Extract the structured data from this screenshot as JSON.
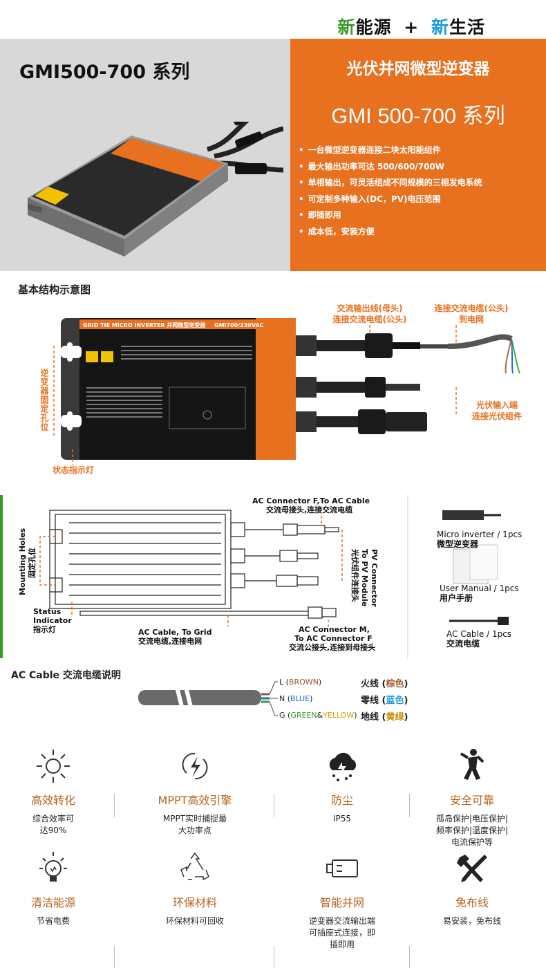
{
  "slogan": {
    "part1_green": "新",
    "part1_rest": "能源",
    "plus": "+",
    "part2_blue": "新",
    "part2_rest": "生活"
  },
  "hero": {
    "title": "GMI500-700 系列",
    "subtitle_cn": "光伏并网微型逆变器",
    "subtitle_model": "GMI 500-700 系列",
    "bullets": [
      "一台微型逆变器连接二块太阳能组件",
      "最大输出功率可达 500/600/700W",
      "单相输出，可灵活组成不同规模的三相发电系统",
      "可定制多种输入(DC，PV)电压范围",
      "即插即用",
      "成本低，安装方便"
    ]
  },
  "structure": {
    "title": "基本结构示意图",
    "label_header": "GRID TIE MICRO INVERTER 并网微型逆变器",
    "label_model": "GMI700/230VAC",
    "callout_ac_out": [
      "交流输出线(母头)",
      "连接交流电缆(公头)"
    ],
    "callout_ac_grid": [
      "连接交流电缆(公头)",
      "到电网"
    ],
    "callout_mount": "逆变器固定孔位",
    "callout_pv": [
      "光伏输入端",
      "连接光伏组件"
    ],
    "callout_status": "状态指示灯"
  },
  "drawing": {
    "ac_connector_top": "AC Connector  F,To AC Cable",
    "ac_connector_top_cn": "交流母接头,连接交流电缆",
    "mounting_holes": "Mounting Holes",
    "mounting_holes_cn": "固定孔位",
    "pv_connector": "PV Connector",
    "pv_connector_2": "To PV Module",
    "pv_connector_cn": "光伏组件连接头",
    "status_1": "Status",
    "status_2": "Indicator",
    "status_cn": "指示灯",
    "ac_cable": "AC Cable, To Grid",
    "ac_cable_cn": "交流电缆,连接电网",
    "ac_conn_m_1": "AC Connector  M,",
    "ac_conn_m_2": "To AC Connector  F",
    "ac_conn_m_cn": "交流公接头,连接到母接头"
  },
  "package": {
    "items": [
      {
        "name": "Micro inverter",
        "qty": "/ 1pcs",
        "cn": "微型逆变器"
      },
      {
        "name": "User Manual",
        "qty": "/ 1pcs",
        "cn": "用户手册"
      },
      {
        "name": "AC Cable",
        "qty": "/ 1pcs",
        "cn": "交流电缆"
      }
    ]
  },
  "cable": {
    "title": "AC Cable 交流电缆说明",
    "l_prefix": "L (",
    "l_color": "BROWN",
    "l_suffix": ")",
    "n_prefix": "N (",
    "n_color": "BLUE",
    "n_suffix": ")",
    "g_prefix": "G (",
    "g_green": "GREEN",
    "g_amp": "&",
    "g_yellow": "YELLOW",
    "g_suffix": ")",
    "l_cn_a": "火线 (",
    "l_cn_b": "棕色",
    "l_cn_c": ")",
    "n_cn_a": "零线 (",
    "n_cn_b": "蓝色",
    "n_cn_c": ")",
    "g_cn_a": "地线 (",
    "g_cn_b": "黄绿",
    "g_cn_c": ")"
  },
  "features": [
    {
      "icon": "sun-icon",
      "title": "高效转化",
      "desc": [
        "综合效率可",
        "达90%"
      ]
    },
    {
      "icon": "lightning-icon",
      "title": "MPPT高效引擎",
      "desc": [
        "MPPT实时捕捉最",
        "大功率点"
      ]
    },
    {
      "icon": "cloud-storm-icon",
      "title": "防尘",
      "desc": [
        "IP55"
      ]
    },
    {
      "icon": "shield-person-icon",
      "title": "安全可靠",
      "desc": [
        "孤岛保护|电压保护|",
        "频率保护|温度保护|",
        "电流保护等"
      ]
    },
    {
      "icon": "bulb-icon",
      "title": "清洁能源",
      "desc": [
        "节省电费"
      ]
    },
    {
      "icon": "recycle-icon",
      "title": "环保材料",
      "desc": [
        "环保材料可回收"
      ]
    },
    {
      "icon": "plug-icon",
      "title": "智能并网",
      "desc": [
        "逆变器交流输出端",
        "可插座式连接，即",
        "插即用"
      ]
    },
    {
      "icon": "tools-icon",
      "title": "免布线",
      "desc": [
        "易安装，免布线"
      ]
    }
  ]
}
